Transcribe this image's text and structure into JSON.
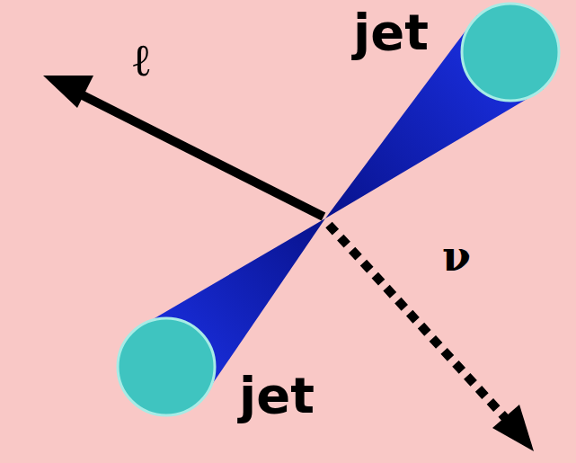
{
  "diagram": {
    "labels": [
      "ℓ",
      "jet",
      "jet",
      "ν"
    ]
  }
}
